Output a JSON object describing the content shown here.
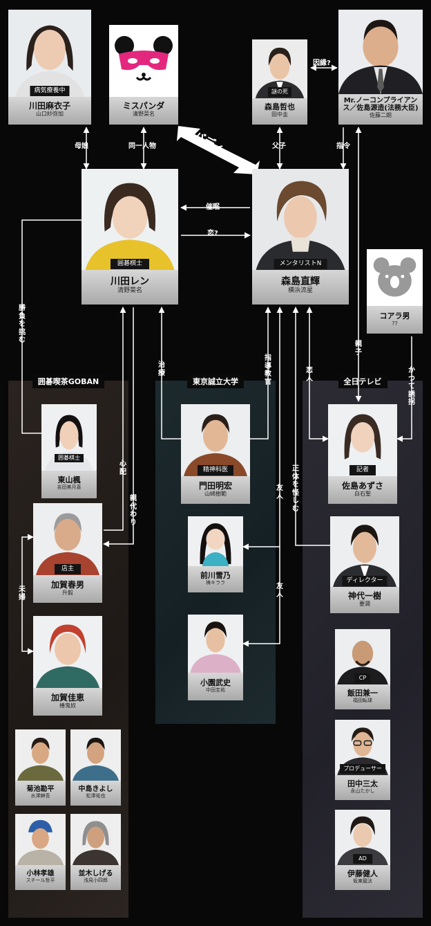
{
  "groups": {
    "goban": "囲碁喫茶GOBAN",
    "tokyo": "東京誠立大学",
    "tv": "全日テレビ"
  },
  "chars": {
    "mayuko": {
      "badge": "病気療養中",
      "name": "川田麻衣子",
      "actor": "山口紗弥加"
    },
    "panda": {
      "badge": "",
      "name": "ミスパンダ",
      "actor": "清野菜名"
    },
    "tetsuya": {
      "badge": "謎の死",
      "name": "森島哲也",
      "actor": "田中圭"
    },
    "compliance": {
      "badge": "",
      "name": "Mr.ノーコンプライアンス／佐島源造(法務大臣)",
      "actor": "佐藤二朗"
    },
    "ren": {
      "badge": "囲碁棋士",
      "name": "川田レン",
      "actor": "清野菜名"
    },
    "naoki": {
      "badge": "メンタリストN",
      "name": "森島直輝",
      "actor": "横浜流星"
    },
    "koala": {
      "badge": "",
      "name": "コアラ男",
      "actor": "??"
    },
    "kaede": {
      "badge": "囲碁棋士",
      "name": "東山楓",
      "actor": "吉田美月喜"
    },
    "haruo": {
      "badge": "店主",
      "name": "加賀春男",
      "actor": "升毅"
    },
    "yoshie": {
      "badge": "",
      "name": "加賀佳恵",
      "actor": "椿鬼奴"
    },
    "kikuchi": {
      "badge": "",
      "name": "菊池勘平",
      "actor": "水澤紳吾"
    },
    "nakajima": {
      "badge": "",
      "name": "中島きよし",
      "actor": "松澤祐也"
    },
    "kobayashi": {
      "badge": "",
      "name": "小林孝雄",
      "actor": "スチール哲平"
    },
    "namiki": {
      "badge": "",
      "name": "並木しげる",
      "actor": "浅見小四郎"
    },
    "monda": {
      "badge": "精神科医",
      "name": "門田明宏",
      "actor": "山崎樹範"
    },
    "yukino": {
      "badge": "",
      "name": "前川雪乃",
      "actor": "祷キララ"
    },
    "koizono": {
      "badge": "",
      "name": "小園武史",
      "actor": "中田圭祐"
    },
    "azusa": {
      "badge": "記者",
      "name": "佐島あずさ",
      "actor": "白石聖"
    },
    "kamishiro": {
      "badge": "ディレクター",
      "name": "神代一樹",
      "actor": "要潤"
    },
    "iida": {
      "badge": "CP",
      "name": "飯田兼一",
      "actor": "福田転球"
    },
    "tanaka": {
      "badge": "プロデューサー",
      "name": "田中三太",
      "actor": "永山たかし"
    },
    "ito": {
      "badge": "AD",
      "name": "伊藤健人",
      "actor": "坂東龍汰"
    }
  },
  "rel": {
    "boshi": "母娘",
    "dou": "同一人物",
    "buddy": "バディ",
    "innen": "因縁?",
    "oyako": "父子",
    "shirei": "指令",
    "saimin": "催眠",
    "koi": "恋?",
    "shobu": "勝負を挑む",
    "chiryo": "治療",
    "shido": "指導教官",
    "renjin": "恋人",
    "oyako2": "親子",
    "katsute": "かつて誘拐",
    "shinpai": "心配",
    "oyagawari": "親代わり",
    "fuufu": "夫婦",
    "shotai": "正体を怪しむ",
    "yujin1": "友人",
    "yujin2": "友人"
  },
  "colors": {
    "background": "#080808",
    "plate": "#b4b4b4",
    "badge": "#141414",
    "line": "#ffffff",
    "panda_mask": "#e3277f"
  }
}
